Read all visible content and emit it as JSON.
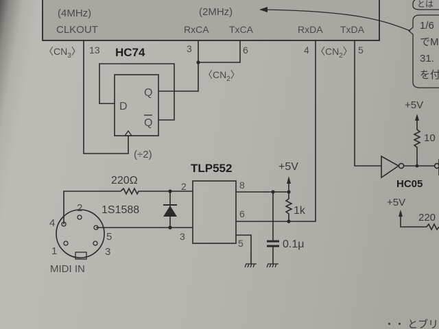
{
  "mcu_box": {
    "clock_freq": "(4MHz)",
    "clock_pin": "CLKOUT",
    "sync_freq": "(2MHz)",
    "pin_rxca": "RxCA",
    "pin_txca": "TxCA",
    "pin_rxda": "RxDA",
    "pin_txda": "TxDA"
  },
  "connectors": {
    "cn3": "〈CN3〉",
    "cn3_main": "〈CN",
    "cn3_sub": "3",
    "cn3_end": "〉",
    "cn2_a_main": "〈CN",
    "cn2_a_sub": "2",
    "cn2_a_end": "〉",
    "cn2_b_main": "〈CN",
    "cn2_b_sub": "2",
    "cn2_b_end": "〉",
    "pin13": "13",
    "pin3": "3",
    "pin6": "6",
    "pin4": "4",
    "pin5": "5"
  },
  "flipflop": {
    "part": "HC74",
    "d": "D",
    "q": "Q",
    "qbar": "Q",
    "divide": "(÷2)"
  },
  "optocoupler": {
    "part": "TLP552",
    "pin2": "2",
    "pin3": "3",
    "pin8": "8",
    "pin6": "6",
    "pin5": "5"
  },
  "midi": {
    "label": "MIDI IN",
    "pins": [
      "1",
      "2",
      "3",
      "4",
      "5"
    ]
  },
  "components": {
    "r_in": "220Ω",
    "diode": "1S1588",
    "vcc": "+5V",
    "r_pullup": "1k",
    "cap": "0.1μ",
    "vcc2": "+5V",
    "r_10": "10",
    "inverter": "HC05",
    "vcc3": "+5V",
    "r_220b": "220"
  },
  "note_box": {
    "lines": [
      "1/6",
      "でM",
      "31.",
      "を付"
    ],
    "top_fragment": "とは"
  },
  "footer_fragment": "・・ とブリ"
}
